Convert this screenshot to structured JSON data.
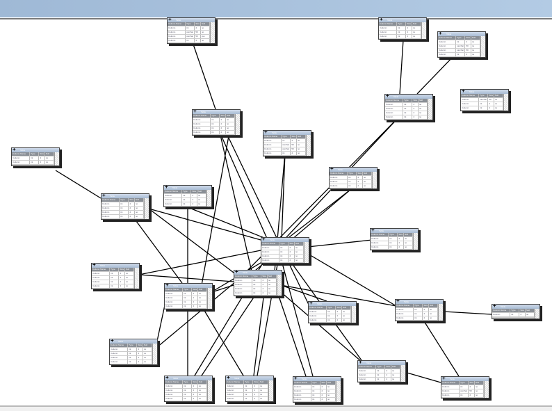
{
  "window": {
    "title": ""
  },
  "table_header": [
    "Column Name",
    "Type",
    "Size",
    "Null"
  ],
  "tables": [
    {
      "title": "Table",
      "rows": [
        [
          "Column",
          "int",
          "4",
          "no"
        ],
        [
          "Column",
          "varchar",
          "50",
          "no"
        ],
        [
          "Column",
          "varchar",
          "50",
          "yes"
        ],
        [
          "Column",
          "int",
          "4",
          "no"
        ]
      ]
    },
    {
      "title": "Table",
      "rows": [
        [
          "Column",
          "int",
          "4",
          "no"
        ],
        [
          "Column",
          "int",
          "4",
          "no"
        ],
        [
          "Column",
          "int",
          "4",
          "no"
        ]
      ]
    },
    {
      "title": "Table",
      "rows": [
        [
          "Column",
          "int",
          "4",
          "no"
        ],
        [
          "Column",
          "varchar",
          "50",
          "no"
        ],
        [
          "Column",
          "varchar",
          "50",
          "no"
        ],
        [
          "Column",
          "int",
          "4",
          "no"
        ]
      ]
    },
    {
      "title": "Table",
      "rows": [
        [
          "Column",
          "int",
          "4",
          "no"
        ],
        [
          "Column",
          "int",
          "4",
          "no"
        ],
        [
          "Column",
          "int",
          "4",
          "no"
        ],
        [
          "Column",
          "int",
          "4",
          "no"
        ]
      ]
    },
    {
      "title": "Table",
      "rows": [
        [
          "Column",
          "varchar",
          "50",
          "no"
        ],
        [
          "Column",
          "int",
          "4",
          "no"
        ],
        [
          "Column",
          "int",
          "4",
          "no"
        ]
      ]
    },
    {
      "title": "Table",
      "rows": [
        [
          "Column",
          "int",
          "4",
          "no"
        ],
        [
          "Column",
          "int",
          "4",
          "no"
        ],
        [
          "Column",
          "int",
          "4",
          "no"
        ],
        [
          "Column",
          "int",
          "4",
          "no"
        ]
      ]
    },
    {
      "title": "Table",
      "rows": [
        [
          "Column",
          "int",
          "4",
          "no"
        ],
        [
          "Column",
          "varchar",
          "50",
          "no"
        ],
        [
          "Column",
          "varchar",
          "50",
          "no"
        ],
        [
          "Column",
          "int",
          "4",
          "no"
        ]
      ]
    },
    {
      "title": "Table",
      "rows": [
        [
          "Column",
          "int",
          "4",
          "no"
        ],
        [
          "Column",
          "int",
          "4",
          "no"
        ],
        [
          "",
          "",
          "",
          ""
        ]
      ]
    },
    {
      "title": "Table",
      "rows": [
        [
          "Column",
          "int",
          "4",
          "no"
        ],
        [
          "Column",
          "int",
          "4",
          "no"
        ],
        [
          "Column",
          "int",
          "4",
          "no"
        ]
      ]
    },
    {
      "title": "Table",
      "rows": [
        [
          "Column",
          "int",
          "4",
          "no"
        ],
        [
          "Column",
          "int",
          "4",
          "no"
        ],
        [
          "Column",
          "int",
          "4",
          "no"
        ]
      ]
    },
    {
      "title": "Table",
      "rows": [
        [
          "Column",
          "int",
          "4",
          "no"
        ],
        [
          "Column",
          "int",
          "4",
          "no"
        ],
        [
          "Column",
          "int",
          "4",
          "no"
        ],
        [
          "Column",
          "int",
          "4",
          "no"
        ]
      ]
    },
    {
      "title": "Table",
      "rows": [
        [
          "Column",
          "int",
          "4",
          "no"
        ],
        [
          "Column",
          "int",
          "4",
          "no"
        ],
        [
          "Column",
          "int",
          "4",
          "no"
        ]
      ]
    },
    {
      "title": "Table",
      "rows": [
        [
          "Column",
          "int",
          "4",
          "no"
        ],
        [
          "Column",
          "int",
          "4",
          "no"
        ],
        [
          "Column",
          "int",
          "4",
          "no"
        ],
        [
          "Column",
          "int",
          "4",
          "no"
        ]
      ]
    },
    {
      "title": "Table",
      "rows": [
        [
          "Column",
          "int",
          "4",
          "no"
        ],
        [
          "Column",
          "int",
          "4",
          "no"
        ],
        [
          "Column",
          "int",
          "4",
          "no"
        ],
        [
          "Column",
          "int",
          "4",
          "no"
        ]
      ]
    },
    {
      "title": "Table",
      "rows": [
        [
          "Column",
          "int",
          "4",
          "no"
        ],
        [
          "Column",
          "int",
          "4",
          "no"
        ],
        [
          "Column",
          "int",
          "4",
          "no"
        ],
        [
          "Column",
          "int",
          "4",
          "no"
        ]
      ]
    },
    {
      "title": "Table",
      "rows": [
        [
          "Column",
          "int",
          "4",
          "no"
        ],
        [
          "Column",
          "int",
          "4",
          "no"
        ],
        [
          "Column",
          "int",
          "4",
          "no"
        ],
        [
          "Column",
          "int",
          "4",
          "no"
        ]
      ]
    },
    {
      "title": "Table",
      "rows": [
        [
          "Column",
          "int",
          "4",
          "no"
        ],
        [
          "Column",
          "int",
          "4",
          "no"
        ],
        [
          "Column",
          "int",
          "4",
          "no"
        ]
      ]
    },
    {
      "title": "Table",
      "rows": [
        [
          "Column",
          "int",
          "4",
          "no"
        ],
        [
          "Column",
          "int",
          "4",
          "no"
        ],
        [
          "Column",
          "int",
          "4",
          "no"
        ]
      ]
    },
    {
      "title": "Table",
      "rows": [
        [
          "Column",
          "int",
          "4",
          "no"
        ],
        [
          "",
          "",
          "",
          ""
        ],
        [
          "",
          "",
          "",
          ""
        ]
      ]
    },
    {
      "title": "Table",
      "rows": [
        [
          "Column",
          "int",
          "4",
          "no"
        ],
        [
          "Column",
          "int",
          "4",
          "no"
        ],
        [
          "Column",
          "int",
          "4",
          "no"
        ],
        [
          "Column",
          "int",
          "4",
          "no"
        ]
      ]
    },
    {
      "title": "Table",
      "rows": [
        [
          "Column",
          "int",
          "4",
          "no"
        ],
        [
          "Column",
          "int",
          "4",
          "no"
        ],
        [
          "Column",
          "int",
          "4",
          "no"
        ]
      ]
    },
    {
      "title": "Table",
      "rows": [
        [
          "Column",
          "int",
          "4",
          "no"
        ],
        [
          "Column",
          "varchar",
          "50",
          "no"
        ],
        [
          "Column",
          "int",
          "4",
          "no"
        ]
      ]
    },
    {
      "title": "Table",
      "rows": [
        [
          "Column",
          "int",
          "4",
          "no"
        ],
        [
          "Column",
          "int",
          "4",
          "no"
        ],
        [
          "Column",
          "int",
          "4",
          "no"
        ],
        [
          "Column",
          "int",
          "4",
          "no"
        ]
      ]
    },
    {
      "title": "Table",
      "rows": [
        [
          "Column",
          "int",
          "4",
          "no"
        ],
        [
          "Column",
          "int",
          "4",
          "no"
        ],
        [
          "Column",
          "int",
          "4",
          "no"
        ],
        [
          "Column",
          "int",
          "4",
          "no"
        ]
      ]
    },
    {
      "title": "Table",
      "rows": [
        [
          "Column",
          "int",
          "4",
          "no"
        ],
        [
          "Column",
          "int",
          "4",
          "no"
        ],
        [
          "Column",
          "int",
          "4",
          "no"
        ],
        [
          "Column",
          "int",
          "4",
          "no"
        ]
      ]
    }
  ]
}
